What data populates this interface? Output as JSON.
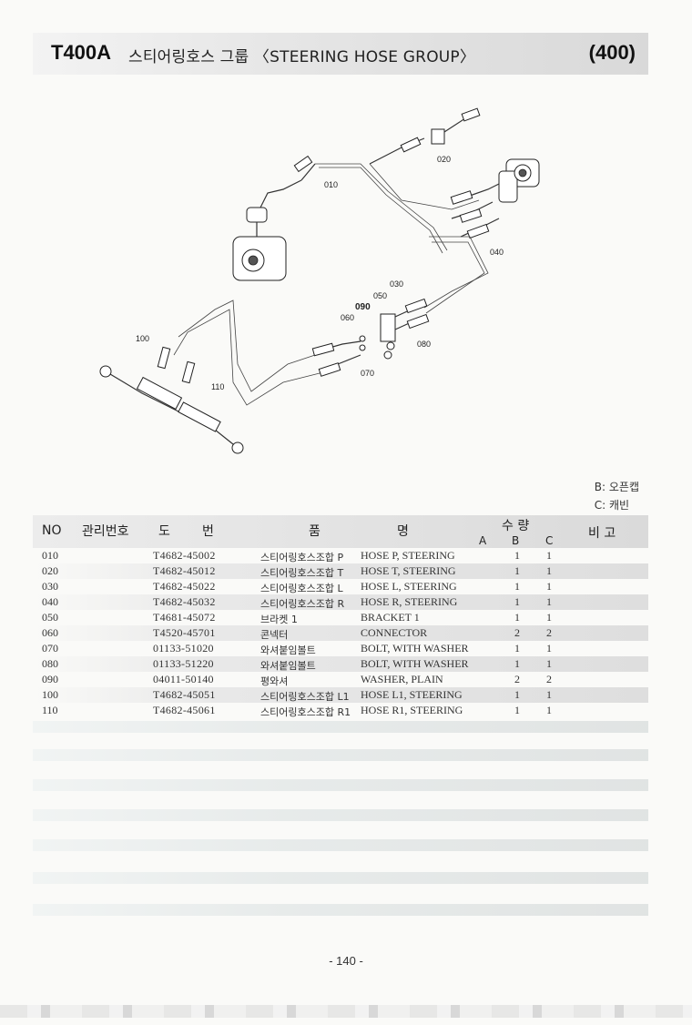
{
  "header": {
    "model": "T400A",
    "title": "스티어링호스 그룹 〈STEERING HOSE GROUP〉",
    "code": "(400)"
  },
  "diagram": {
    "callouts": [
      "010",
      "020",
      "030",
      "040",
      "050",
      "060",
      "070",
      "080",
      "090",
      "100",
      "110"
    ]
  },
  "legend": {
    "b": "B: 오픈캡",
    "c": "C: 캐빈"
  },
  "table": {
    "headers": {
      "no": "NO",
      "mgmt": "관리번호",
      "part_no_1": "도",
      "part_no_2": "번",
      "name_1": "품",
      "name_2": "명",
      "qty": "수 량",
      "qty_a": "A",
      "qty_b": "B",
      "qty_c": "C",
      "remarks": "비 고"
    },
    "rows": [
      {
        "no": "010",
        "part": "T4682-45002",
        "kr": "스티어링호스조합 P",
        "en": "HOSE P, STEERING",
        "b": "1",
        "c": "1"
      },
      {
        "no": "020",
        "part": "T4682-45012",
        "kr": "스티어링호스조합 T",
        "en": "HOSE T, STEERING",
        "b": "1",
        "c": "1"
      },
      {
        "no": "030",
        "part": "T4682-45022",
        "kr": "스티어링호스조합 L",
        "en": "HOSE L, STEERING",
        "b": "1",
        "c": "1"
      },
      {
        "no": "040",
        "part": "T4682-45032",
        "kr": "스티어링호스조합 R",
        "en": "HOSE R, STEERING",
        "b": "1",
        "c": "1"
      },
      {
        "no": "050",
        "part": "T4681-45072",
        "kr": "브라켓 1",
        "en": "BRACKET 1",
        "b": "1",
        "c": "1"
      },
      {
        "no": "060",
        "part": "T4520-45701",
        "kr": "콘넥터",
        "en": "CONNECTOR",
        "b": "2",
        "c": "2"
      },
      {
        "no": "070",
        "part": "01133-51020",
        "kr": "와셔붙임볼트",
        "en": "BOLT, WITH WASHER",
        "b": "1",
        "c": "1"
      },
      {
        "no": "080",
        "part": "01133-51220",
        "kr": "와셔붙임볼트",
        "en": "BOLT, WITH WASHER",
        "b": "1",
        "c": "1"
      },
      {
        "no": "090",
        "part": "04011-50140",
        "kr": "평와셔",
        "en": "WASHER, PLAIN",
        "b": "2",
        "c": "2"
      },
      {
        "no": "100",
        "part": "T4682-45051",
        "kr": "스티어링호스조합 L1",
        "en": "HOSE L1, STEERING",
        "b": "1",
        "c": "1"
      },
      {
        "no": "110",
        "part": "T4682-45061",
        "kr": "스티어링호스조합 R1",
        "en": "HOSE R1, STEERING",
        "b": "1",
        "c": "1"
      }
    ]
  },
  "page_number": "- 140 -"
}
